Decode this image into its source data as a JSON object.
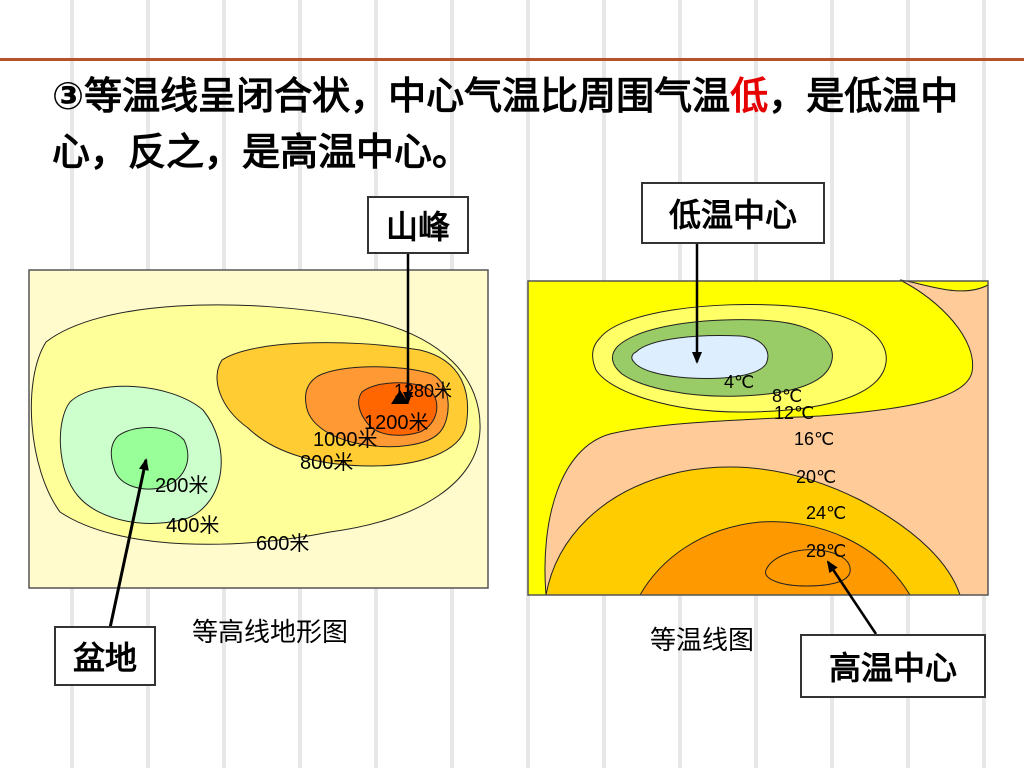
{
  "title": {
    "part1": "③等温线呈闭合状，中心气温比周围气温",
    "highlight": "低",
    "part2": "，是低温中心，反之，是高温中心。",
    "highlight_color": "#e60000"
  },
  "contour_map": {
    "caption": "等高线地形图",
    "labels": {
      "basin": "盆地",
      "peak": "山峰",
      "c1280": "1280米",
      "c1200": "1200米",
      "c1000": "1000米",
      "c800": "800米",
      "c200": "200米",
      "c400": "400米",
      "c600": "600米"
    }
  },
  "isotherm_map": {
    "caption": "等温线图",
    "labels": {
      "cold_center": "低温中心",
      "hot_center": "高温中心",
      "t4": "4℃",
      "t8": "8℃",
      "t12": "12℃",
      "t16": "16℃",
      "t20": "20℃",
      "t24": "24℃",
      "t28": "28℃"
    }
  },
  "colors": {
    "rule": "#b4532a",
    "map_bg": "#fffbcc",
    "contour_600": "#ffff99",
    "contour_basin_outer": "#ccffcc",
    "contour_basin_inner": "#99ff99",
    "contour_800": "#ffcc33",
    "contour_1000": "#ff9933",
    "contour_1200": "#ff6600",
    "iso_yellow": "#ffff00",
    "iso_peach": "#ffcc99",
    "iso_green": "#99cc66",
    "iso_blue": "#ddeeff",
    "iso_orange_light": "#ffcc00",
    "iso_orange": "#ff9900"
  }
}
